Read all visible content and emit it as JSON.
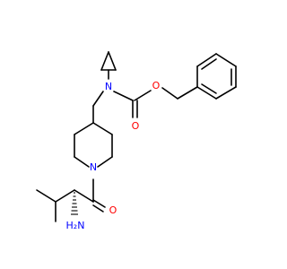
{
  "colors": {
    "bond": "#000000",
    "N": "#0000ff",
    "O": "#ff0000"
  },
  "labels": {
    "n_carbamate": "N",
    "o_carbonyl_carbamate": "O",
    "o_ester": "O",
    "n_piperidine": "N",
    "o_carbonyl_amide": "O",
    "h2n": "H₂N"
  }
}
